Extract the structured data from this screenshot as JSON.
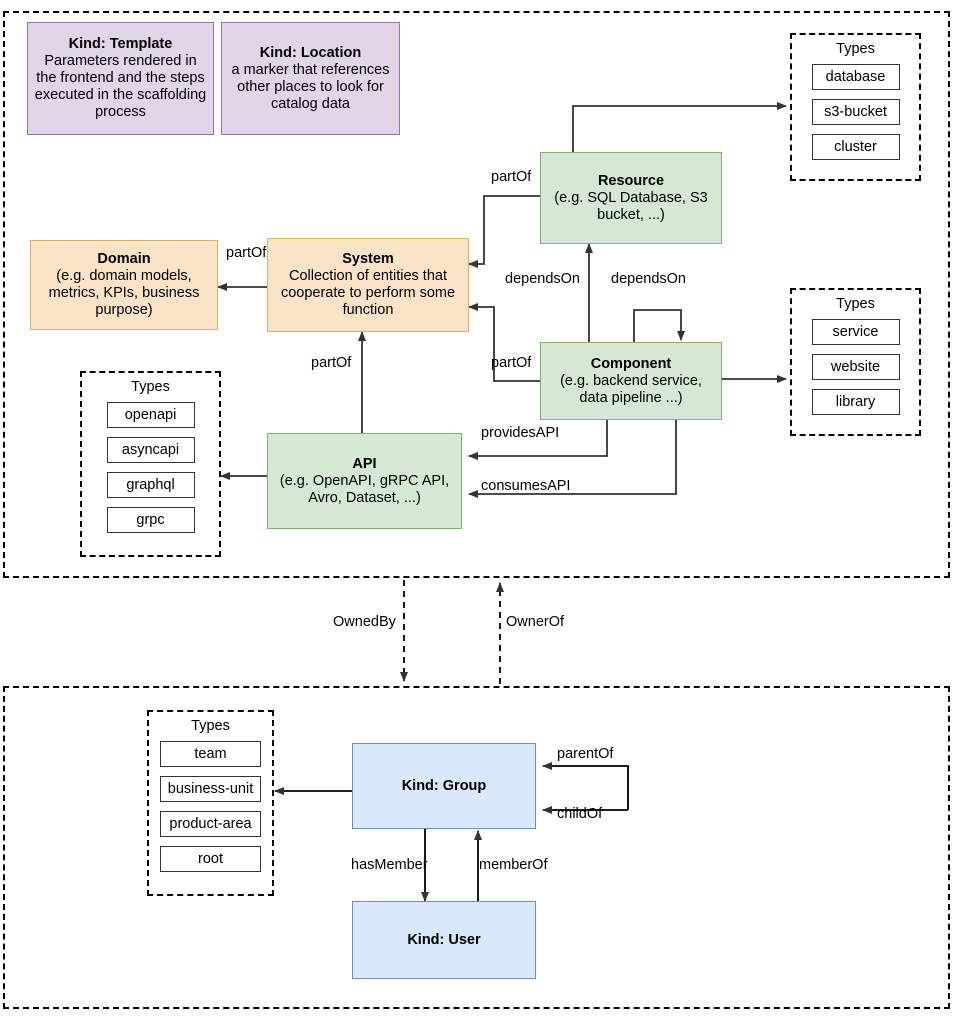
{
  "diagram": {
    "title": "Backstage catalog entity kinds and relations",
    "colors": {
      "purple_fill": "#e1d5e7",
      "purple_border": "#9673a6",
      "orange_fill": "#fae3c6",
      "orange_border": "#d6b656",
      "green_fill": "#d5e8d4",
      "green_border": "#82b366",
      "blue_fill": "#dae8fc",
      "blue_border": "#6c8ebf",
      "line": "#333333"
    }
  },
  "catalog": {
    "template": {
      "title": "Kind: Template",
      "description": "Parameters rendered in the frontend and the steps executed in  the scaffolding process"
    },
    "location": {
      "title": "Kind: Location",
      "description": "a marker that references other places to look for catalog data"
    },
    "domain": {
      "title": "Domain",
      "description": "(e.g.  domain models, metrics, KPIs, business purpose)"
    },
    "system": {
      "title": "System",
      "description": "Collection of entities that cooperate to perform some function"
    },
    "resource": {
      "title": "Resource",
      "description": "(e.g. SQL Database, S3 bucket, ...)"
    },
    "component": {
      "title": "Component",
      "description": "(e.g. backend service, data pipeline ...)"
    },
    "api": {
      "title": "API",
      "description": "(e.g. OpenAPI, gRPC API, Avro, Dataset, ...)"
    },
    "types_resource": {
      "label": "Types",
      "items": [
        "database",
        "s3-bucket",
        "cluster"
      ]
    },
    "types_component": {
      "label": "Types",
      "items": [
        "service",
        "website",
        "library"
      ]
    },
    "types_api": {
      "label": "Types",
      "items": [
        "openapi",
        "asyncapi",
        "graphql",
        "grpc"
      ]
    },
    "edges": {
      "domain_partof": "partOf",
      "resource_partof": "partOf",
      "component_partof": "partOf",
      "api_partof": "partOf",
      "resource_dependson": "dependsOn",
      "component_dependson": "dependsOn",
      "provides_api": "providesAPI",
      "consumes_api": "consumesAPI"
    }
  },
  "cross": {
    "owned_by": "OwnedBy",
    "owner_of": "OwnerOf"
  },
  "org": {
    "group": {
      "title": "Kind: Group"
    },
    "user": {
      "title": "Kind: User"
    },
    "types_group": {
      "label": "Types",
      "items": [
        "team",
        "business-unit",
        "product-area",
        "root"
      ]
    },
    "edges": {
      "parent_of": "parentOf",
      "child_of": "childOf",
      "has_member": "hasMember",
      "member_of": "memberOf"
    }
  }
}
